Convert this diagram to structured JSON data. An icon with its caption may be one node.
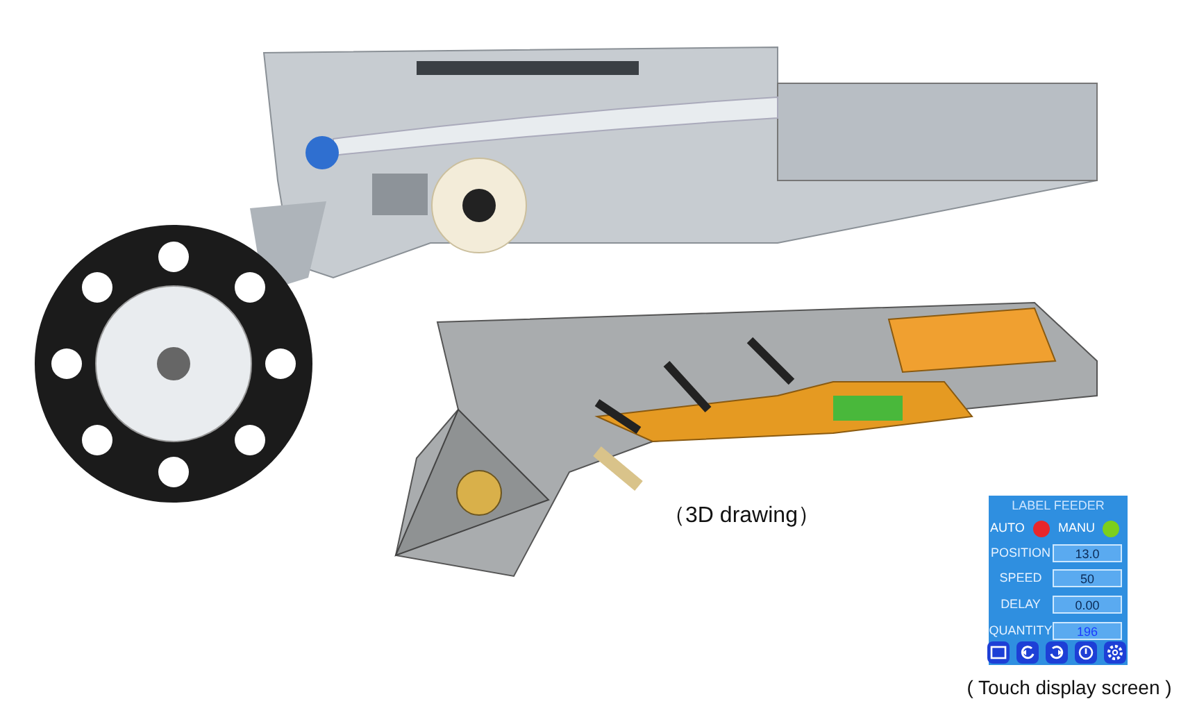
{
  "diagram": {
    "labels": [
      "（3D drawing）",
      "LABEL FEEDER",
      "AUTO",
      "MANU",
      "POSITION",
      "13.0",
      "SPEED",
      "50",
      "DELAY",
      "0.00",
      "QUANTITY",
      "196",
      "( Touch display screen )"
    ]
  }
}
